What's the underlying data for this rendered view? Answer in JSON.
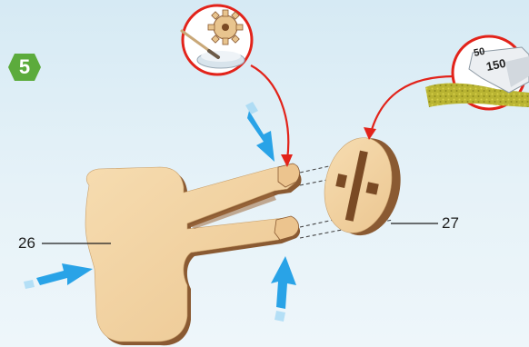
{
  "step": {
    "number": "5",
    "badge_color": "#5cab3c"
  },
  "callouts": [
    {
      "name": "glue-callout",
      "content": "gear-with-brush-and-glue-icon",
      "ring_color": "#e2231a"
    },
    {
      "name": "sandpaper-callout",
      "content": "sandpaper-icon",
      "grit_label": "150",
      "grit_label_partial": "50",
      "ring_color": "#e2231a"
    }
  ],
  "parts": [
    {
      "name": "handle-piece",
      "label": "26",
      "wood_color": "#f2d3a4",
      "edge_color": "#8a5a32"
    },
    {
      "name": "round-disc-piece",
      "label": "27",
      "wood_color": "#f0cd9b",
      "edge_color": "#8a5a32"
    }
  ],
  "arrows": {
    "color": "#1f9ee6",
    "count": 3
  },
  "assembly_guides": {
    "style": "dashed",
    "color": "#444444"
  }
}
